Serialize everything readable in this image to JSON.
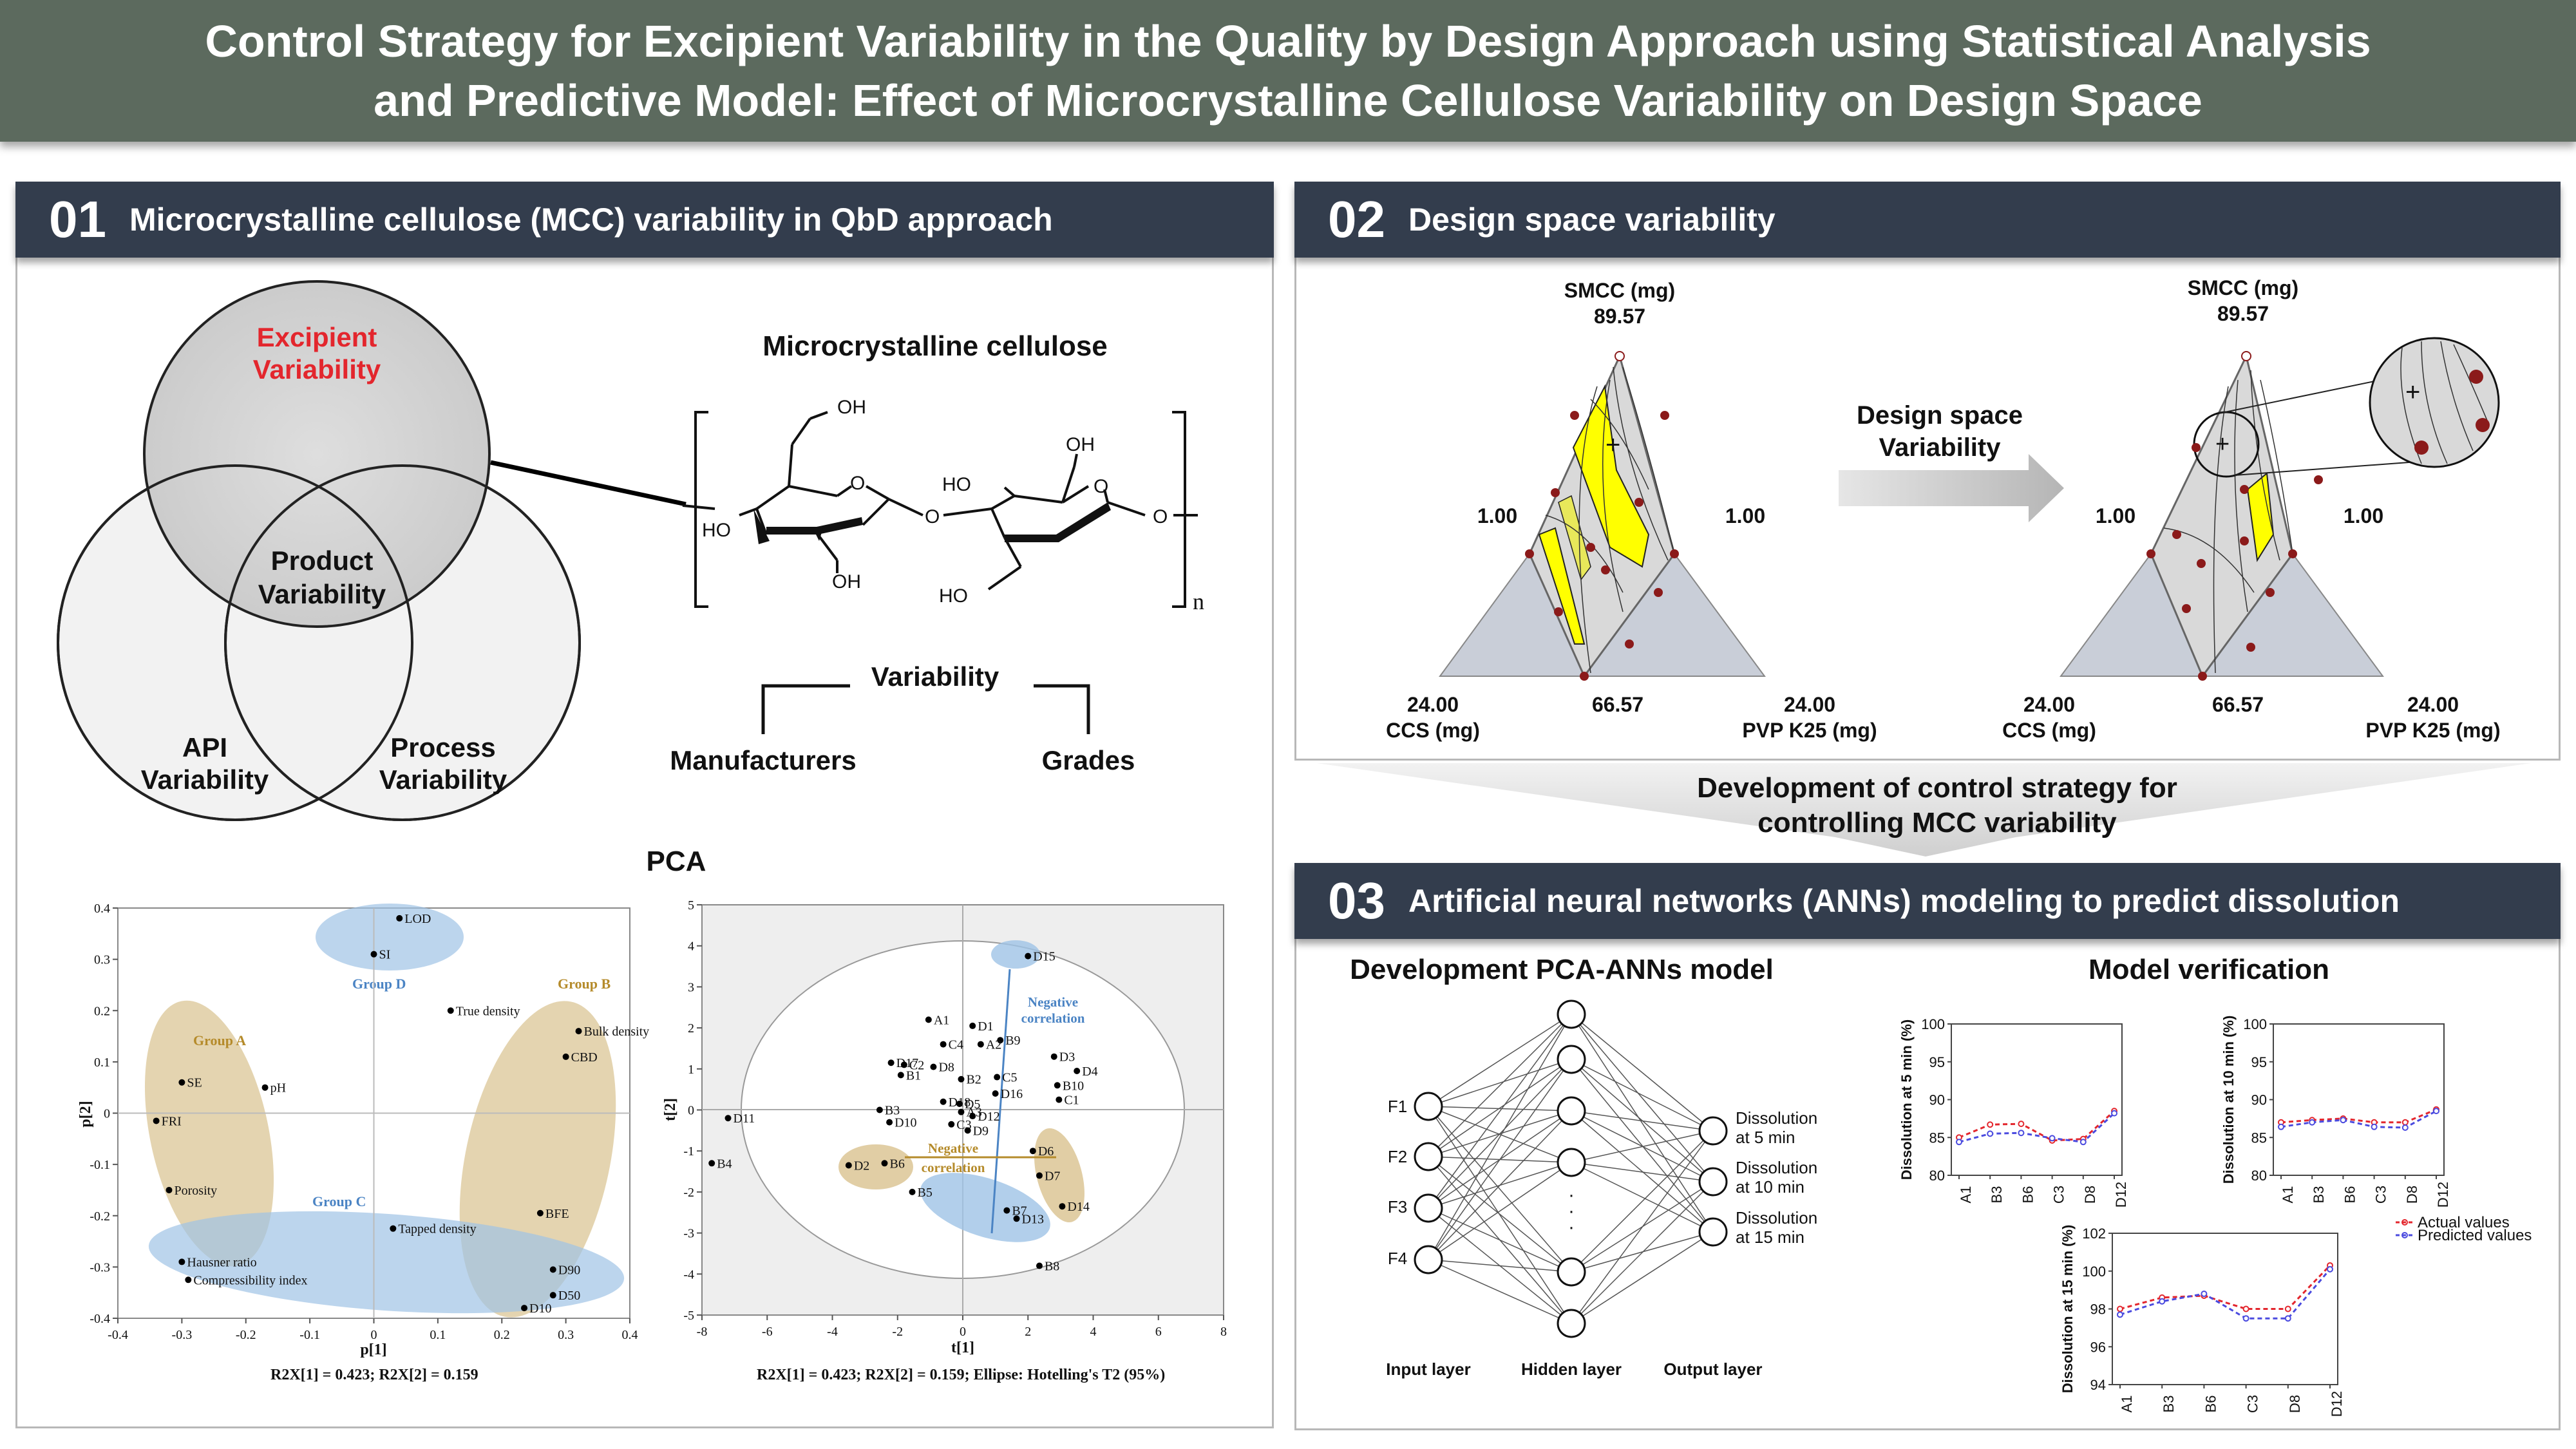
{
  "title": {
    "line1": "Control Strategy for Excipient Variability in the Quality by Design Approach using Statistical Analysis",
    "line2": "and Predictive Model: Effect of Microcrystalline Cellulose Variability on Design Space"
  },
  "colors": {
    "title_bar": "#5c6a5e",
    "panel_header": "#333d4d",
    "highlight_red": "#e3262d",
    "group_tan": "#d9c28f",
    "group_blue": "#9fc3e6",
    "design_yellow": "#ffff00",
    "triangle_gray": "#c9ced8"
  },
  "panel1": {
    "number": "01",
    "title": "Microcrystalline cellulose (MCC) variability in QbD approach",
    "venn": {
      "top_line1": "Excipient",
      "top_line2": "Variability",
      "center_line1": "Product",
      "center_line2": "Variability",
      "left_line1": "API",
      "left_line2": "Variability",
      "right_line1": "Process",
      "right_line2": "Variability"
    },
    "mcc": {
      "title": "Microcrystalline cellulose",
      "variability": "Variability",
      "left_branch": "Manufacturers",
      "right_branch": "Grades",
      "atoms": {
        "oh": "OH",
        "ho": "HO",
        "o": "O",
        "n": "n"
      }
    },
    "pca": {
      "title": "PCA",
      "loadings_caption": "R2X[1] = 0.423; R2X[2] = 0.159",
      "scores_caption": "R2X[1] = 0.423; R2X[2] = 0.159; Ellipse: Hotelling's T2 (95%)"
    }
  },
  "panel2": {
    "number": "02",
    "title": "Design space variability",
    "ternary": {
      "apex_label": "SMCC (mg)",
      "apex_value": "89.57",
      "left_value": "1.00",
      "right_value": "1.00",
      "bottom_left_value": "24.00",
      "bottom_left_label": "CCS (mg)",
      "bottom_mid_value": "66.57",
      "bottom_right_value": "24.00",
      "bottom_right_label": "PVP K25 (mg)"
    },
    "arrow_line1": "Design space",
    "arrow_line2": "Variability",
    "control_line1": "Development of control strategy for",
    "control_line2": "controlling MCC variability"
  },
  "panel3": {
    "number": "03",
    "title": "Artificial neural networks (ANNs) modeling to predict dissolution",
    "ann": {
      "title": "Development PCA-ANNs model",
      "inputs": [
        "F1",
        "F2",
        "F3",
        "F4"
      ],
      "outputs": [
        {
          "line1": "Dissolution",
          "line2": "at 5 min"
        },
        {
          "line1": "Dissolution",
          "line2": "at 10 min"
        },
        {
          "line1": "Dissolution",
          "line2": "at 15 min"
        }
      ],
      "input_layer": "Input layer",
      "hidden_layer": "Hidden layer",
      "output_layer": "Output layer",
      "ellipsis": "·"
    },
    "verification_title": "Model verification",
    "legend": {
      "actual": "Actual values",
      "predicted": "Predicted values"
    }
  },
  "chart_data": [
    {
      "type": "scatter",
      "title": "",
      "xlabel": "p[1]",
      "ylabel": "p[2]",
      "xlim": [
        -0.4,
        0.4
      ],
      "ylim": [
        -0.4,
        0.4
      ],
      "x_ticks": [
        -0.4,
        -0.3,
        -0.2,
        -0.1,
        0,
        0.1,
        0.2,
        0.3,
        0.4
      ],
      "y_ticks": [
        -0.4,
        -0.3,
        -0.2,
        -0.1,
        0,
        0.1,
        0.2,
        0.3,
        0.4
      ],
      "tick_labels_x": [
        "-0.4",
        "-0.3",
        "-0.2",
        "-0.1",
        "0",
        "0.1",
        "0.2",
        "0.3",
        "0.4"
      ],
      "tick_labels_y": [
        "-0.4",
        "-0.3",
        "-0.2",
        "-0.1",
        "0",
        "0.1",
        "0.2",
        "0.3",
        "0.4"
      ],
      "groups": [
        {
          "name": "Group A",
          "color": "tan",
          "label_at": [
            -0.3,
            0.14
          ]
        },
        {
          "name": "Group B",
          "color": "tan",
          "label_at": [
            0.33,
            0.245
          ]
        },
        {
          "name": "Group C",
          "color": "blue",
          "label_at": [
            -0.07,
            -0.17
          ]
        },
        {
          "name": "Group D",
          "color": "blue",
          "label_at": [
            0.025,
            0.245
          ]
        }
      ],
      "points": [
        {
          "label": "LOD",
          "x": 0.04,
          "y": 0.38
        },
        {
          "label": "SI",
          "x": 0.0,
          "y": 0.31
        },
        {
          "label": "True density",
          "x": 0.12,
          "y": 0.2
        },
        {
          "label": "Bulk density",
          "x": 0.32,
          "y": 0.16
        },
        {
          "label": "CBD",
          "x": 0.3,
          "y": 0.11
        },
        {
          "label": "SE",
          "x": -0.3,
          "y": 0.06
        },
        {
          "label": "pH",
          "x": -0.17,
          "y": 0.05
        },
        {
          "label": "FRI",
          "x": -0.34,
          "y": -0.015
        },
        {
          "label": "Porosity",
          "x": -0.32,
          "y": -0.15
        },
        {
          "label": "BFE",
          "x": 0.26,
          "y": -0.195
        },
        {
          "label": "Tapped density",
          "x": 0.03,
          "y": -0.225
        },
        {
          "label": "Hausner ratio",
          "x": -0.3,
          "y": -0.29
        },
        {
          "label": "Compressibility index",
          "x": -0.29,
          "y": -0.325
        },
        {
          "label": "D90",
          "x": 0.28,
          "y": -0.305
        },
        {
          "label": "D50",
          "x": 0.28,
          "y": -0.355
        },
        {
          "label": "D10",
          "x": 0.235,
          "y": -0.38
        }
      ]
    },
    {
      "type": "scatter",
      "title": "",
      "xlabel": "t[1]",
      "ylabel": "t[2]",
      "xlim": [
        -8,
        8
      ],
      "ylim": [
        -5,
        5
      ],
      "x_ticks": [
        -8,
        -6,
        -4,
        -2,
        0,
        2,
        4,
        6,
        8
      ],
      "y_ticks": [
        -5,
        -4,
        -3,
        -2,
        -1,
        0,
        1,
        2,
        3,
        4,
        5
      ],
      "tick_labels_x": [
        "-8",
        "-6",
        "-4",
        "-2",
        "0",
        "2",
        "4",
        "6",
        "8"
      ],
      "tick_labels_y": [
        "-5",
        "-4",
        "-3",
        "-2",
        "-1",
        "0",
        "1",
        "2",
        "3",
        "4",
        "5"
      ],
      "annotations": [
        {
          "line1": "Negative",
          "line2": "correlation",
          "color": "blue"
        },
        {
          "line1": "Negative",
          "line2": "correlation",
          "color": "tan"
        }
      ],
      "points": [
        {
          "label": "D15",
          "x": 2.0,
          "y": 3.75
        },
        {
          "label": "A1",
          "x": -1.05,
          "y": 2.2
        },
        {
          "label": "D1",
          "x": 0.3,
          "y": 2.05
        },
        {
          "label": "B9",
          "x": 1.15,
          "y": 1.7
        },
        {
          "label": "C4",
          "x": -0.6,
          "y": 1.6
        },
        {
          "label": "A2",
          "x": 0.55,
          "y": 1.6
        },
        {
          "label": "D3",
          "x": 2.8,
          "y": 1.3
        },
        {
          "label": "D17",
          "x": -2.2,
          "y": 1.15
        },
        {
          "label": "C2",
          "x": -1.8,
          "y": 1.1
        },
        {
          "label": "D8",
          "x": -0.9,
          "y": 1.05
        },
        {
          "label": "D4",
          "x": 3.5,
          "y": 0.95
        },
        {
          "label": "B1",
          "x": -1.9,
          "y": 0.85
        },
        {
          "label": "B2",
          "x": -0.05,
          "y": 0.75
        },
        {
          "label": "C5",
          "x": 1.05,
          "y": 0.8
        },
        {
          "label": "B10",
          "x": 2.9,
          "y": 0.6
        },
        {
          "label": "D16",
          "x": 1.0,
          "y": 0.4
        },
        {
          "label": "C1",
          "x": 2.95,
          "y": 0.25
        },
        {
          "label": "D18",
          "x": -0.6,
          "y": 0.2
        },
        {
          "label": "D5",
          "x": -0.1,
          "y": 0.15
        },
        {
          "label": "B3",
          "x": -2.55,
          "y": 0.0
        },
        {
          "label": "A3",
          "x": -0.05,
          "y": -0.05
        },
        {
          "label": "D12",
          "x": 0.3,
          "y": -0.15
        },
        {
          "label": "D10",
          "x": -2.25,
          "y": -0.3
        },
        {
          "label": "C3",
          "x": -0.35,
          "y": -0.35
        },
        {
          "label": "D9",
          "x": 0.15,
          "y": -0.5
        },
        {
          "label": "D11",
          "x": -7.2,
          "y": -0.2
        },
        {
          "label": "B4",
          "x": -7.7,
          "y": -1.3
        },
        {
          "label": "D6",
          "x": 2.15,
          "y": -1.0
        },
        {
          "label": "D2",
          "x": -3.5,
          "y": -1.35
        },
        {
          "label": "B6",
          "x": -2.4,
          "y": -1.3
        },
        {
          "label": "D7",
          "x": 2.35,
          "y": -1.6
        },
        {
          "label": "B5",
          "x": -1.55,
          "y": -2.0
        },
        {
          "label": "D14",
          "x": 3.05,
          "y": -2.35
        },
        {
          "label": "B7",
          "x": 1.35,
          "y": -2.45
        },
        {
          "label": "D13",
          "x": 1.65,
          "y": -2.65
        },
        {
          "label": "B8",
          "x": 2.35,
          "y": -3.8
        }
      ]
    },
    {
      "type": "line",
      "ylabel": "Dissolution at 5 min (%)",
      "categories": [
        "A1",
        "B3",
        "B6",
        "C3",
        "D8",
        "D12"
      ],
      "ylim": [
        80,
        100
      ],
      "y_ticks": [
        80,
        85,
        90,
        95,
        100
      ],
      "series": [
        {
          "name": "Actual values",
          "values": [
            85.0,
            86.7,
            86.8,
            84.6,
            84.8,
            88.5
          ]
        },
        {
          "name": "Predicted values",
          "values": [
            84.4,
            85.5,
            85.6,
            84.9,
            84.4,
            88.2
          ]
        }
      ]
    },
    {
      "type": "line",
      "ylabel": "Dissolution at 10 min (%)",
      "categories": [
        "A1",
        "B3",
        "B6",
        "C3",
        "D8",
        "D12"
      ],
      "ylim": [
        80,
        100
      ],
      "y_ticks": [
        80,
        85,
        90,
        95,
        100
      ],
      "series": [
        {
          "name": "Actual values",
          "values": [
            87.0,
            87.3,
            87.5,
            87.0,
            87.0,
            88.7
          ]
        },
        {
          "name": "Predicted values",
          "values": [
            86.4,
            87.0,
            87.3,
            86.4,
            86.3,
            88.5
          ]
        }
      ]
    },
    {
      "type": "line",
      "ylabel": "Dissolution at 15 min (%)",
      "categories": [
        "A1",
        "B3",
        "B6",
        "C3",
        "D8",
        "D12"
      ],
      "ylim": [
        94,
        102
      ],
      "y_ticks": [
        94,
        96,
        98,
        100,
        102
      ],
      "series": [
        {
          "name": "Actual values",
          "values": [
            98.0,
            98.6,
            98.7,
            98.0,
            98.0,
            100.3
          ]
        },
        {
          "name": "Predicted values",
          "values": [
            97.7,
            98.4,
            98.8,
            97.5,
            97.5,
            100.1
          ]
        }
      ]
    }
  ]
}
